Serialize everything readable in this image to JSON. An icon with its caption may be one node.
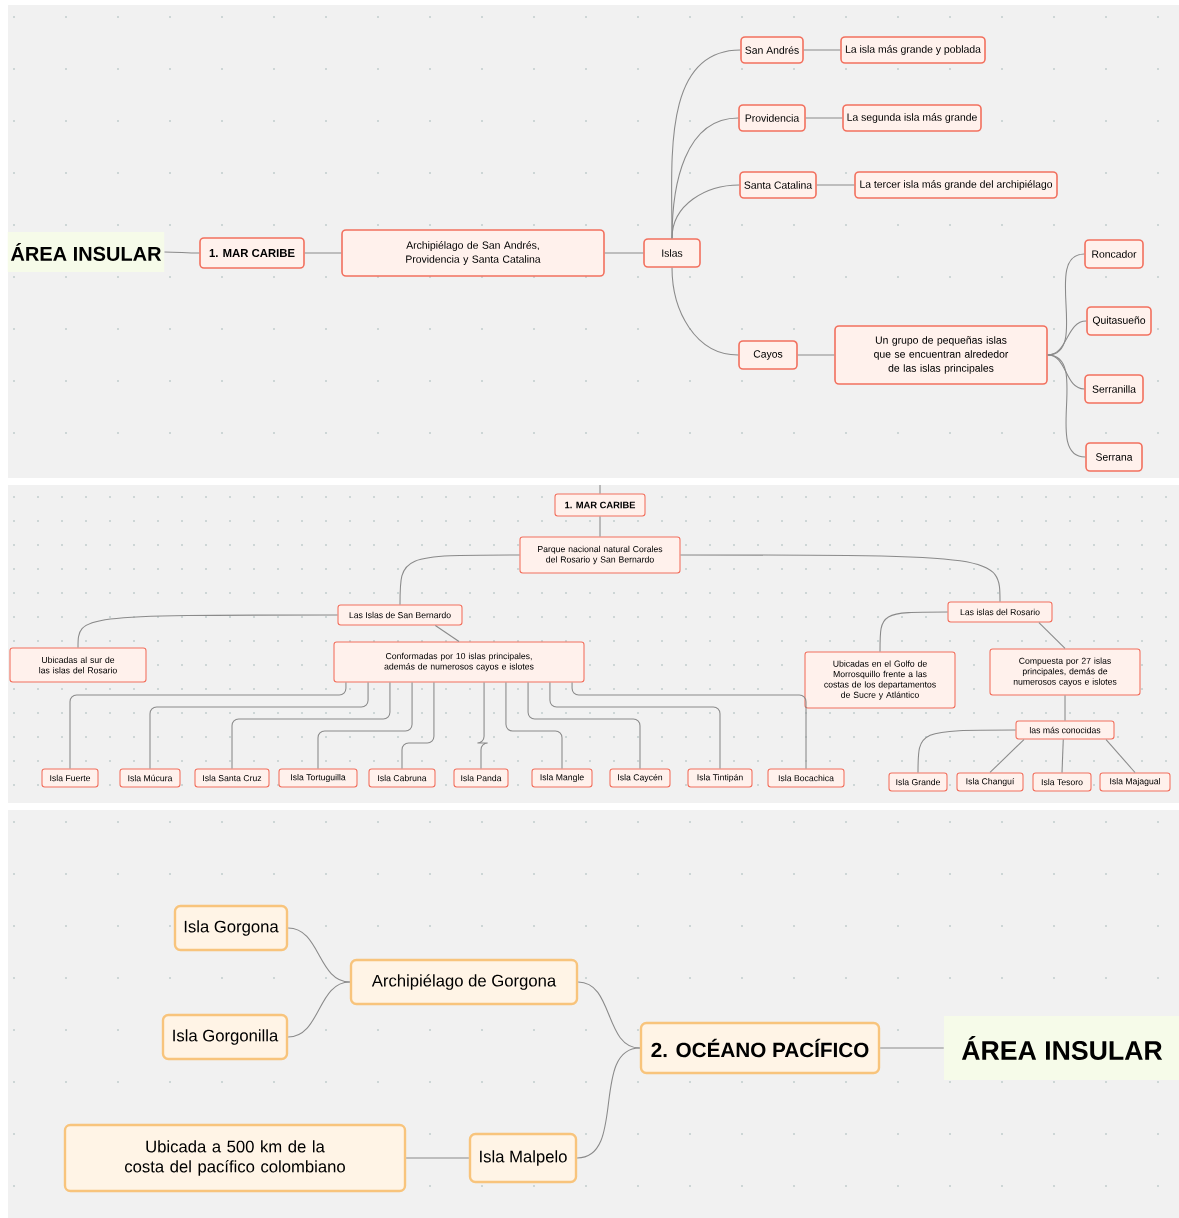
{
  "diagram": {
    "nodes": [
      {
        "text": [
          "ÁREA INSULAR"
        ]
      },
      {
        "text": [
          "1. MAR CARIBE"
        ]
      },
      {
        "text": [
          "Archipiélago de San Andrés, Providencia y Santa Catalina"
        ]
      },
      {
        "text": [
          "Islas"
        ]
      },
      {
        "text": [
          "San Andrés"
        ]
      },
      {
        "text": [
          "La isla más grande y poblada"
        ]
      },
      {
        "text": [
          "Providencia"
        ]
      },
      {
        "text": [
          "La segunda isla más grande"
        ]
      },
      {
        "text": [
          "Santa Catalina"
        ]
      },
      {
        "text": [
          "La tercer isla más grande del archipiélago"
        ]
      },
      {
        "text": [
          "Cayos"
        ]
      },
      {
        "text": [
          "Un grupo de pequeñas islas que se encuentran alrededor de las islas principales"
        ]
      },
      {
        "text": [
          "Roncador"
        ]
      },
      {
        "text": [
          "Quitasueño"
        ]
      },
      {
        "text": [
          "Serranilla"
        ]
      },
      {
        "text": [
          "Serrana"
        ]
      },
      {
        "text": [
          "1. MAR CARIBE"
        ]
      },
      {
        "text": [
          "Parque nacional natural Corales del Rosario y San Bernardo"
        ]
      },
      {
        "text": [
          "Las Islas de San Bernardo"
        ]
      },
      {
        "text": [
          "Ubicadas al sur de las islas del Rosario"
        ]
      },
      {
        "text": [
          "Conformadas por 10 islas principales, además de numerosos cayos e islotes"
        ]
      },
      {
        "text": [
          "Isla Fuerte"
        ]
      },
      {
        "text": [
          "Isla Múcura"
        ]
      },
      {
        "text": [
          "Isla Santa Cruz"
        ]
      },
      {
        "text": [
          "Isla Tortuguilla"
        ]
      },
      {
        "text": [
          "Isla Cabruna"
        ]
      },
      {
        "text": [
          "Isla Panda"
        ]
      },
      {
        "text": [
          "Isla Mangle"
        ]
      },
      {
        "text": [
          "Isla Caycén"
        ]
      },
      {
        "text": [
          "Isla Tintipán"
        ]
      },
      {
        "text": [
          "Isla Bocachica"
        ]
      },
      {
        "text": [
          "Las islas del Rosario"
        ]
      },
      {
        "text": [
          "Ubicadas en el Golfo de Morrosquillo frente a las costas de los departamentos de Sucre y Atlántico"
        ]
      },
      {
        "text": [
          "Compuesta por 27 islas principales, demás de numerosos cayos e islotes"
        ]
      },
      {
        "text": [
          "las más conocidas"
        ]
      },
      {
        "text": [
          "Isla Grande"
        ]
      },
      {
        "text": [
          "Isla Changuí"
        ]
      },
      {
        "text": [
          "Isla Tesoro"
        ]
      },
      {
        "text": [
          "Isla Majagual"
        ]
      },
      {
        "text": [
          "Isla Gorgona"
        ]
      },
      {
        "text": [
          "Archipiélago de Gorgona"
        ]
      },
      {
        "text": [
          "Isla Gorgonilla"
        ]
      },
      {
        "text": [
          "2. OCÉANO PACÍFICO"
        ]
      },
      {
        "text": [
          "ÁREA INSULAR"
        ]
      },
      {
        "text": [
          "Ubicada a 500 km de la costa del pacífico colombiano"
        ]
      },
      {
        "text": [
          "Isla Malpelo"
        ]
      }
    ],
    "edges": [
      {
        "from": 0,
        "to": 1,
        "arrow": "none"
      },
      {
        "from": 1,
        "to": 2,
        "arrow": "none"
      },
      {
        "from": 2,
        "to": 3,
        "arrow": "none"
      },
      {
        "from": 3,
        "to": 4,
        "arrow": "none"
      },
      {
        "from": 4,
        "to": 5,
        "arrow": "none"
      },
      {
        "from": 3,
        "to": 6,
        "arrow": "none"
      },
      {
        "from": 6,
        "to": 7,
        "arrow": "none"
      },
      {
        "from": 3,
        "to": 8,
        "arrow": "none"
      },
      {
        "from": 8,
        "to": 9,
        "arrow": "none"
      },
      {
        "from": 3,
        "to": 10,
        "arrow": "none"
      },
      {
        "from": 10,
        "to": 11,
        "arrow": "none"
      },
      {
        "from": 11,
        "to": 12,
        "arrow": "none"
      },
      {
        "from": 11,
        "to": 13,
        "arrow": "none"
      },
      {
        "from": 11,
        "to": 14,
        "arrow": "none"
      },
      {
        "from": 11,
        "to": 15,
        "arrow": "none"
      },
      {
        "from": null,
        "to": 16,
        "arrow": "none"
      },
      {
        "from": 16,
        "to": 17,
        "arrow": "none"
      },
      {
        "from": 17,
        "to": 18,
        "arrow": "none"
      },
      {
        "from": 18,
        "to": 19,
        "arrow": "none"
      },
      {
        "from": 18,
        "to": 20,
        "arrow": "none"
      },
      {
        "from": 20,
        "to": 21,
        "arrow": "none"
      },
      {
        "from": 20,
        "to": 22,
        "arrow": "none"
      },
      {
        "from": 20,
        "to": 23,
        "arrow": "none"
      },
      {
        "from": 20,
        "to": 24,
        "arrow": "none"
      },
      {
        "from": 20,
        "to": 25,
        "arrow": "none"
      },
      {
        "from": 20,
        "to": 26,
        "arrow": "none"
      },
      {
        "from": 20,
        "to": 27,
        "arrow": "none"
      },
      {
        "from": 20,
        "to": 28,
        "arrow": "none"
      },
      {
        "from": 20,
        "to": 29,
        "arrow": "none"
      },
      {
        "from": 20,
        "to": 30,
        "arrow": "none"
      },
      {
        "from": 17,
        "to": 31,
        "arrow": "none"
      },
      {
        "from": 31,
        "to": 32,
        "arrow": "none"
      },
      {
        "from": 31,
        "to": 33,
        "arrow": "none"
      },
      {
        "from": 33,
        "to": 34,
        "arrow": "none"
      },
      {
        "from": 34,
        "to": 35,
        "arrow": "none"
      },
      {
        "from": 34,
        "to": 36,
        "arrow": "none"
      },
      {
        "from": 34,
        "to": 37,
        "arrow": "none"
      },
      {
        "from": 34,
        "to": 38,
        "arrow": "none"
      },
      {
        "from": 43,
        "to": 42,
        "arrow": "none"
      },
      {
        "from": 42,
        "to": 40,
        "arrow": "none"
      },
      {
        "from": 40,
        "to": 39,
        "arrow": "none"
      },
      {
        "from": 40,
        "to": 41,
        "arrow": "none"
      },
      {
        "from": 42,
        "to": 45,
        "arrow": "none"
      },
      {
        "from": 45,
        "to": 44,
        "arrow": "none"
      }
    ]
  }
}
